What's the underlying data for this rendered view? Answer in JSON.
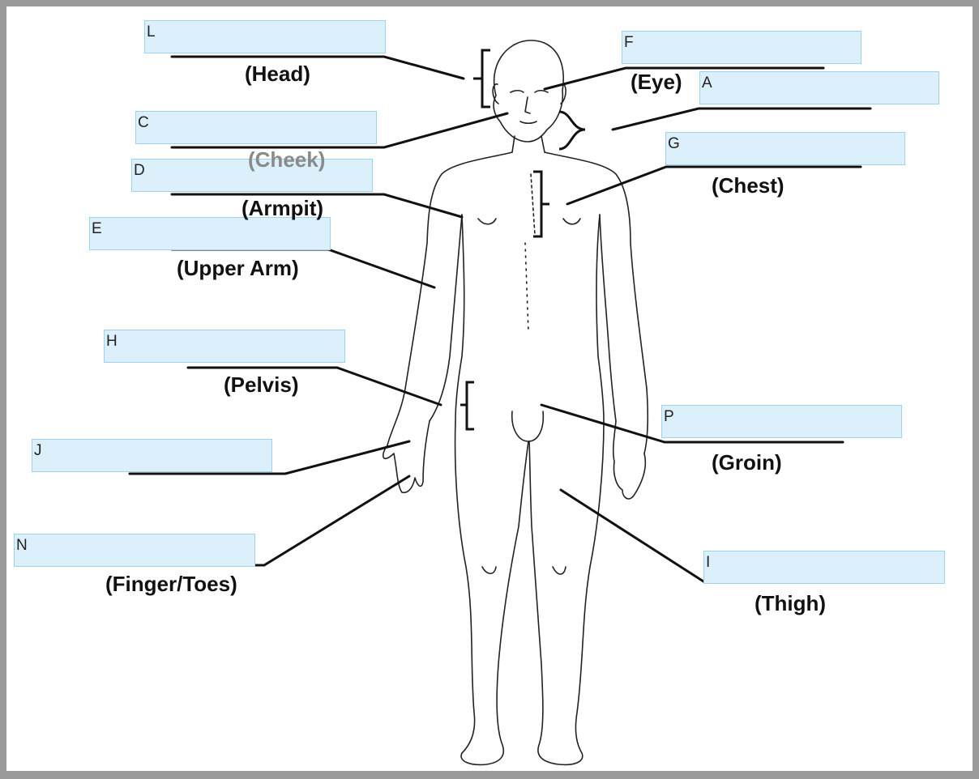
{
  "diagram": {
    "boxes": [
      {
        "id": "L",
        "letter": "L"
      },
      {
        "id": "F",
        "letter": "F"
      },
      {
        "id": "A",
        "letter": "A"
      },
      {
        "id": "C",
        "letter": "C"
      },
      {
        "id": "G",
        "letter": "G"
      },
      {
        "id": "D",
        "letter": "D"
      },
      {
        "id": "E",
        "letter": "E"
      },
      {
        "id": "H",
        "letter": "H"
      },
      {
        "id": "P",
        "letter": "P"
      },
      {
        "id": "J",
        "letter": "J"
      },
      {
        "id": "N",
        "letter": "N"
      },
      {
        "id": "I",
        "letter": "I"
      }
    ],
    "labels": {
      "head": "(Head)",
      "eye": "(Eye)",
      "cheek": "(Cheek)",
      "chest": "(Chest)",
      "armpit": "(Armpit)",
      "upper_arm": "(Upper Arm)",
      "pelvis": "(Pelvis)",
      "groin": "(Groin)",
      "finger_toes": "(Finger/Toes)",
      "thigh": "(Thigh)"
    },
    "colors": {
      "box_fill": "#dcf0fb",
      "box_border": "#9dd3ef",
      "leader_line": "#111111",
      "figure_outline": "#222222"
    }
  }
}
